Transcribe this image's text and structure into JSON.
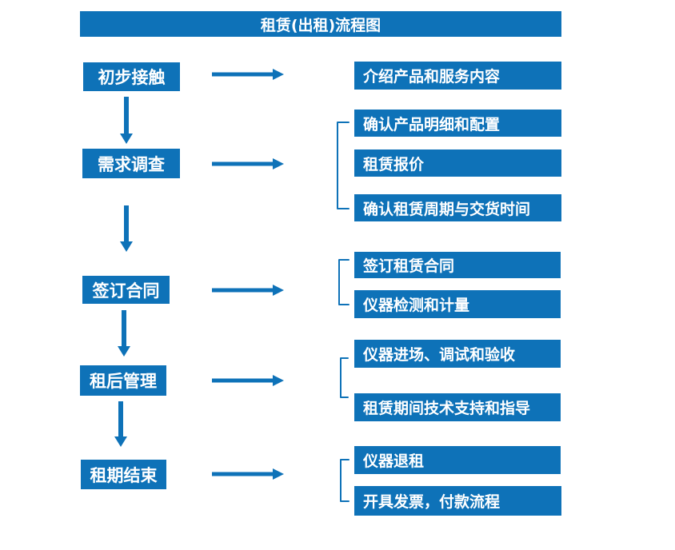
{
  "title": "租赁(出租)流程图",
  "colors": {
    "primary_blue": "#0E72B8",
    "box_text": "#FFFFFF",
    "background": "#FFFFFF"
  },
  "stages": [
    {
      "label": "初步接触",
      "outputs": [
        "介绍产品和服务内容"
      ]
    },
    {
      "label": "需求调查",
      "outputs": [
        "确认产品明细和配置",
        "租赁报价",
        "确认租赁周期与交货时间"
      ]
    },
    {
      "label": "签订合同",
      "outputs": [
        "签订租赁合同",
        "仪器检测和计量"
      ]
    },
    {
      "label": "租后管理",
      "outputs": [
        "仪器进场、调试和验收",
        "租赁期间技术支持和指导"
      ]
    },
    {
      "label": "租期结束",
      "outputs": [
        "仪器退租",
        "开具发票，付款流程"
      ]
    }
  ]
}
